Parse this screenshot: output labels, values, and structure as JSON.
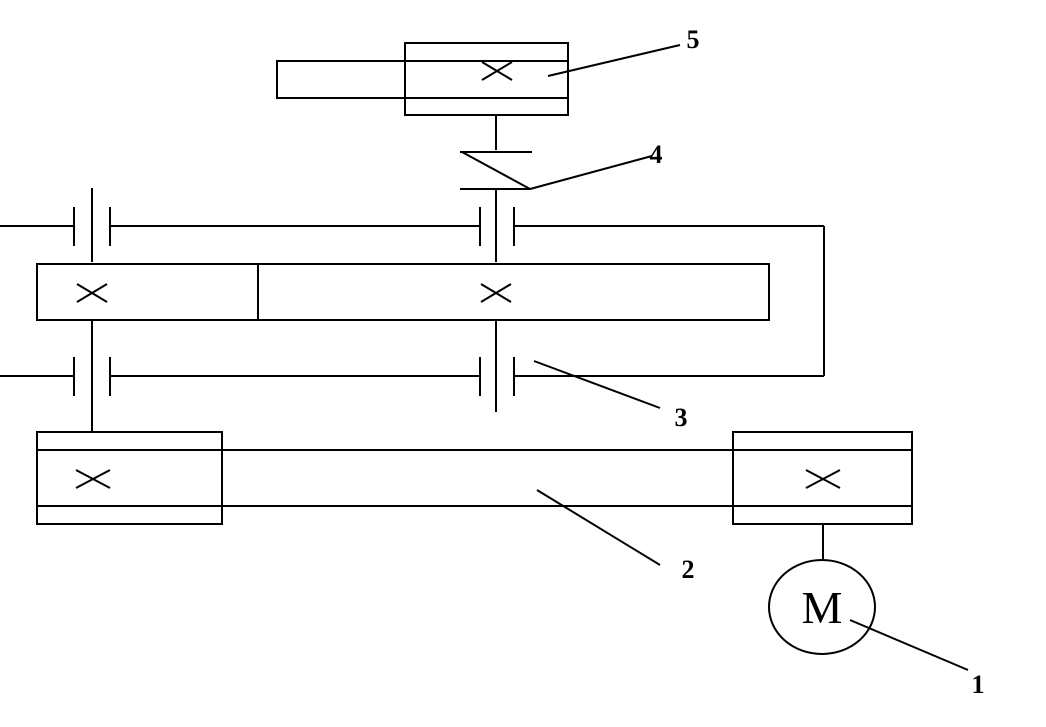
{
  "diagram": {
    "motor_symbol": "M",
    "labels": {
      "l1": "1",
      "l2": "2",
      "l3": "3",
      "l4": "4",
      "l5": "5"
    }
  }
}
